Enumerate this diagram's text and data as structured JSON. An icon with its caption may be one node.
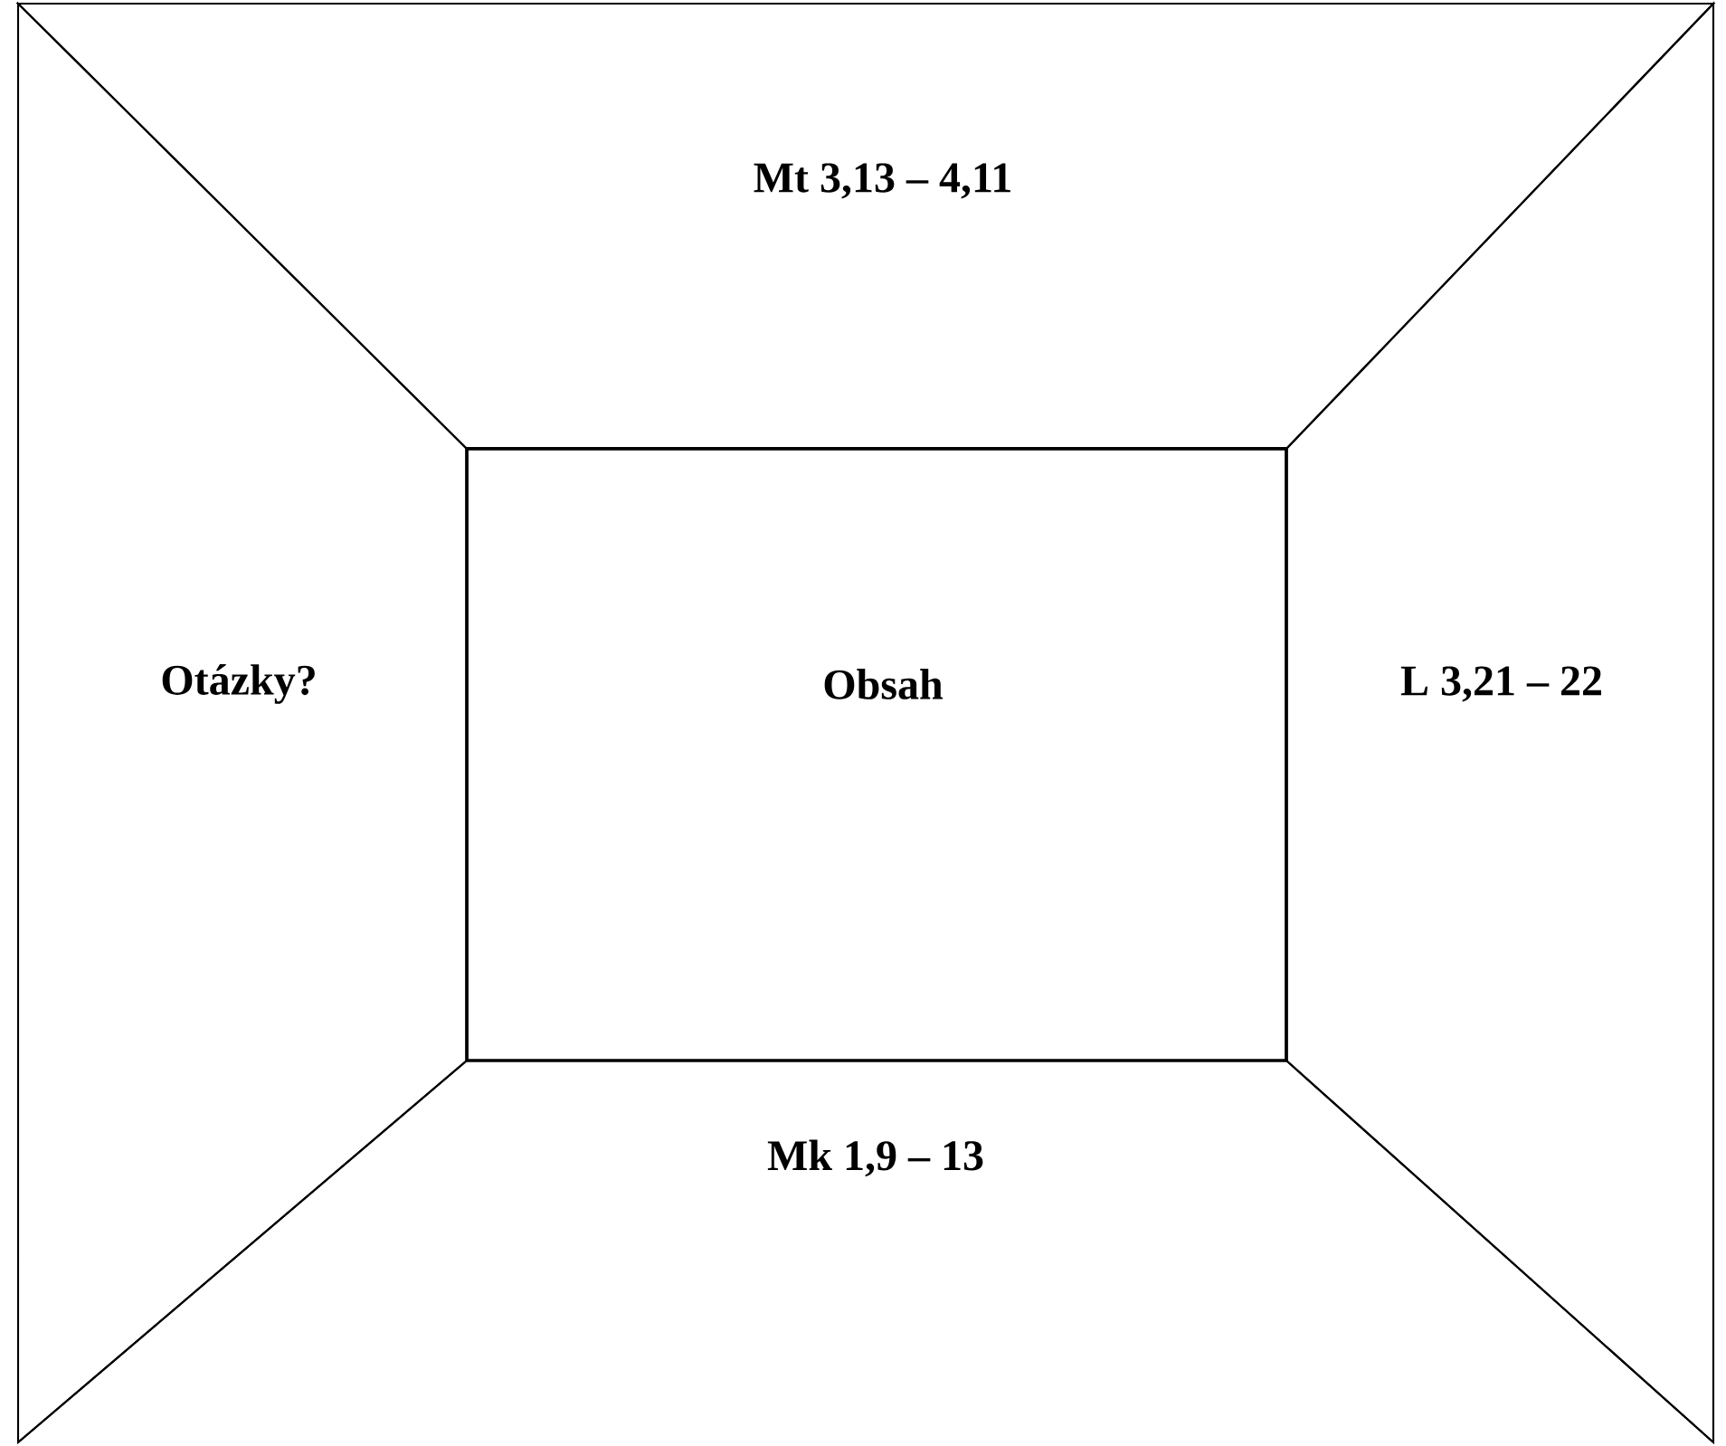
{
  "diagram": {
    "nodes": [
      {
        "text": [
          "Mt 3,13 – 4,11"
        ]
      },
      {
        "text": [
          "Otázky?"
        ]
      },
      {
        "text": [
          "Obsah"
        ]
      },
      {
        "text": [
          "L 3,21 – 22"
        ]
      },
      {
        "text": [
          "Mk 1,9 – 13"
        ]
      }
    ]
  }
}
